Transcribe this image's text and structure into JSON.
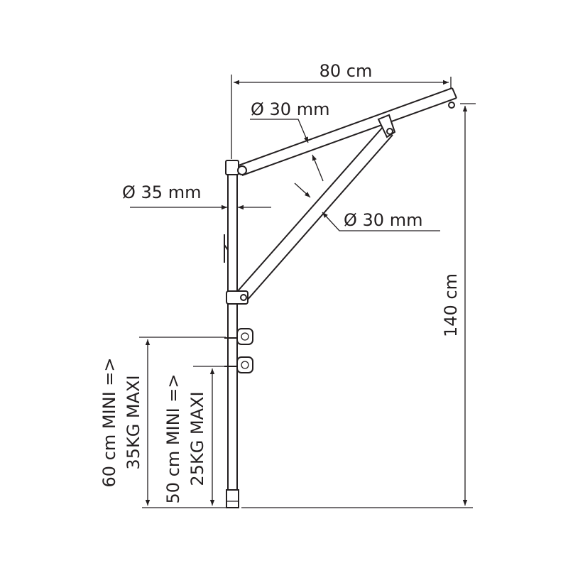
{
  "labels": {
    "arm_length": "80 cm",
    "arm_diameter": "Ø 30 mm",
    "pole_diameter": "Ø 35 mm",
    "brace_diameter": "Ø 30 mm",
    "total_height": "140 cm",
    "clamp_upper_line1": "60 cm MINI =>",
    "clamp_upper_line2": "35KG MAXI",
    "clamp_lower_line1": "50 cm MINI =>",
    "clamp_lower_line2": "25KG MAXI"
  },
  "colors": {
    "line": "#231f20",
    "background": "#ffffff"
  }
}
